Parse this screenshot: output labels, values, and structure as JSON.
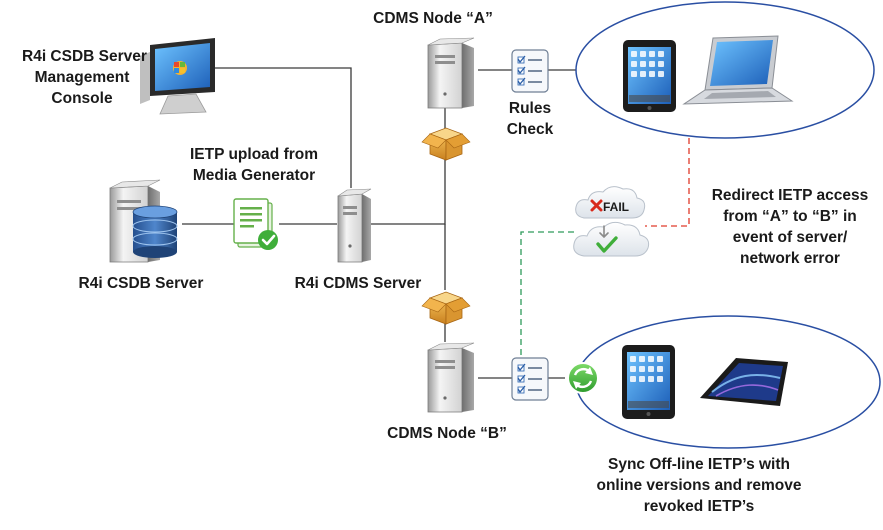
{
  "labels": {
    "console": [
      "R4i CSDB Server",
      "Management",
      "Console"
    ],
    "node_a": "CDMS Node “A”",
    "rules_check": [
      "Rules",
      "Check"
    ],
    "ietp_upload": [
      "IETP upload from",
      "Media Generator"
    ],
    "csdb_server": "R4i CSDB Server",
    "cdms_server": "R4i CDMS Server",
    "redirect": [
      "Redirect IETP access",
      "from “A” to “B” in",
      "event of server/",
      "network error"
    ],
    "node_b": "CDMS Node “B”",
    "sync": [
      "Sync Off-line IETP’s with",
      "online versions and remove",
      "revoked IETP’s"
    ],
    "fail_badge": "FAIL"
  },
  "colors": {
    "line": "#3a3a3a",
    "redirect_dash": "#e03a2a",
    "sync_dash": "#2e9a5a",
    "cloud_border": "#2a4fa3",
    "fail_x": "#d8291c",
    "check_green": "#3fae3a"
  },
  "icons": [
    "monitor-icon",
    "server-icon",
    "database-icon",
    "document-check-icon",
    "checklist-icon",
    "package-icon",
    "cloud-fail-icon",
    "cloud-check-icon",
    "tablet-icon",
    "laptop-icon",
    "sync-icon"
  ]
}
